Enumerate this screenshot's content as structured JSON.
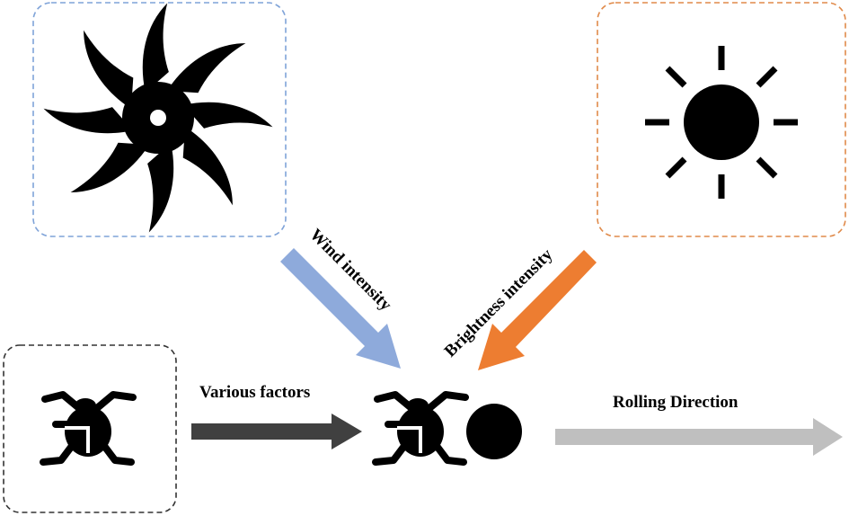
{
  "labels": {
    "wind": "Wind intensity",
    "brightness": "Brightness intensity",
    "factors": "Various factors",
    "rolling": "Rolling Direction"
  },
  "icons": {
    "wind": "whirlwind-icon",
    "sun": "sun-icon",
    "beetle": "dung-beetle-icon",
    "beetle_with_ball": "dung-beetle-rolling-ball-icon"
  },
  "colors": {
    "wind_box_border": "#7fa3d8",
    "sun_box_border": "#e08a4a",
    "beetle_box_border": "#333333",
    "wind_arrow": "#8eaadb",
    "brightness_arrow": "#ed7d31",
    "factors_arrow": "#404040",
    "rolling_arrow": "#bfbfbf"
  }
}
